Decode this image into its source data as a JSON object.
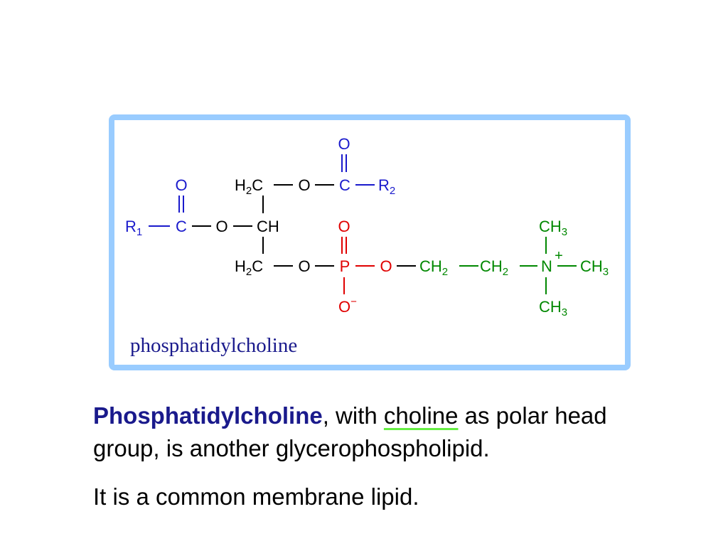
{
  "colors": {
    "frame": "#99ccff",
    "blue": "#1a1acc",
    "red": "#e00000",
    "green": "#008800",
    "black": "#000000",
    "caption": "#1a1a8c",
    "underline": "#66ee44"
  },
  "structure": {
    "atoms": {
      "o_top_carbonyl": "O",
      "c_top_carbonyl": "C",
      "r2": "R",
      "r2_sub": "2",
      "o_left_carbonyl": "O",
      "r1": "R",
      "r1_sub": "1",
      "c_left_carbonyl": "C",
      "o_left_ester": "O",
      "ch_center": "CH",
      "h2c_top": "H",
      "h2c_top_sub": "2",
      "h2c_top_c": "C",
      "o_top_ester": "O",
      "h2c_bottom": "H",
      "h2c_bottom_sub": "2",
      "h2c_bottom_c": "C",
      "o_phosphate_link": "O",
      "p": "P",
      "o_p_double": "O",
      "o_p_minus": "O",
      "minus": "−",
      "o_choline": "O",
      "ch2_a": "CH",
      "ch2_a_sub": "2",
      "ch2_b": "CH",
      "ch2_b_sub": "2",
      "n": "N",
      "plus": "+",
      "ch3_top": "CH",
      "ch3_top_sub": "3",
      "ch3_right": "CH",
      "ch3_right_sub": "3",
      "ch3_bottom": "CH",
      "ch3_bottom_sub": "3"
    }
  },
  "caption": "phosphatidylcholine",
  "paragraph1": {
    "term": "Phosphatidylcholine",
    "after_term": ", with ",
    "underlined_word": "choline",
    "rest": " as polar head group, is another glycerophospholipid."
  },
  "paragraph2": "It is a common membrane lipid."
}
